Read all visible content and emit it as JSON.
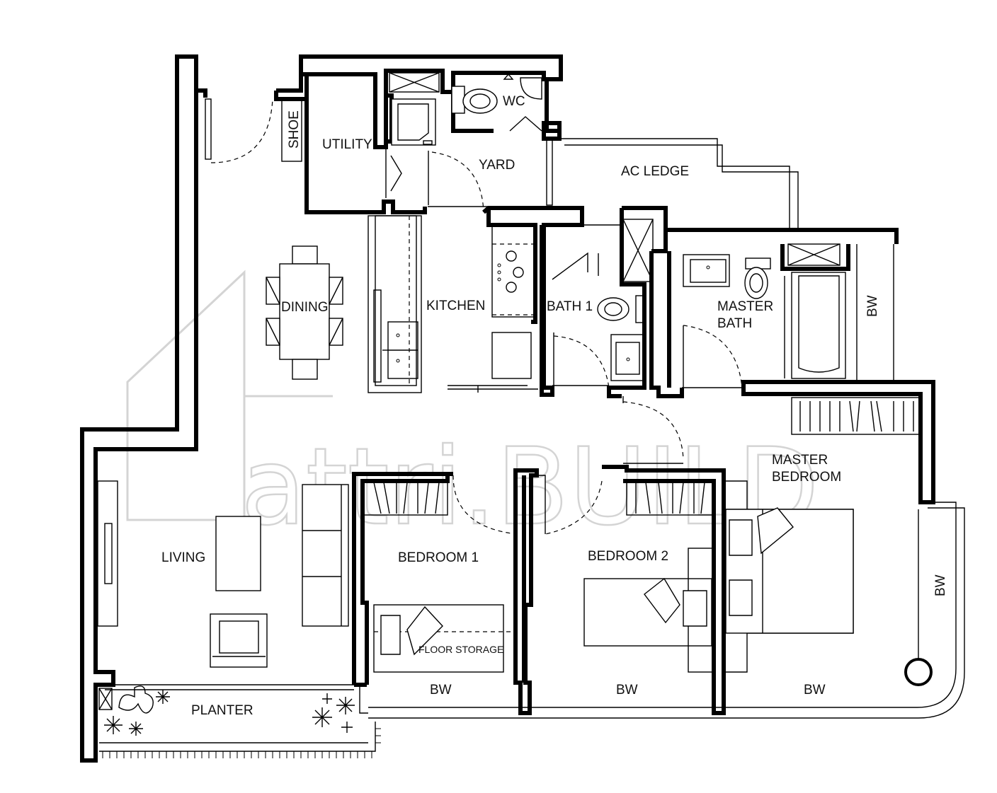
{
  "watermark": "attri.BUILD",
  "rooms": {
    "shoe": "SHOE",
    "utility": "UTILITY",
    "wc": "WC",
    "yard": "YARD",
    "ac_ledge": "AC LEDGE",
    "dining": "DINING",
    "kitchen": "KITCHEN",
    "bath1": "BATH 1",
    "master_bath_line1": "MASTER",
    "master_bath_line2": "BATH",
    "bw_master_bath": "BW",
    "master_bedroom_line1": "MASTER",
    "master_bedroom_line2": "BEDROOM",
    "living": "LIVING",
    "bedroom1": "BEDROOM 1",
    "bedroom2": "BEDROOM 2",
    "floor_storage": "FLOOR STORAGE",
    "bw_right": "BW",
    "bw_bedroom1": "BW",
    "bw_bedroom2": "BW",
    "bw_master": "BW",
    "planter": "PLANTER"
  }
}
